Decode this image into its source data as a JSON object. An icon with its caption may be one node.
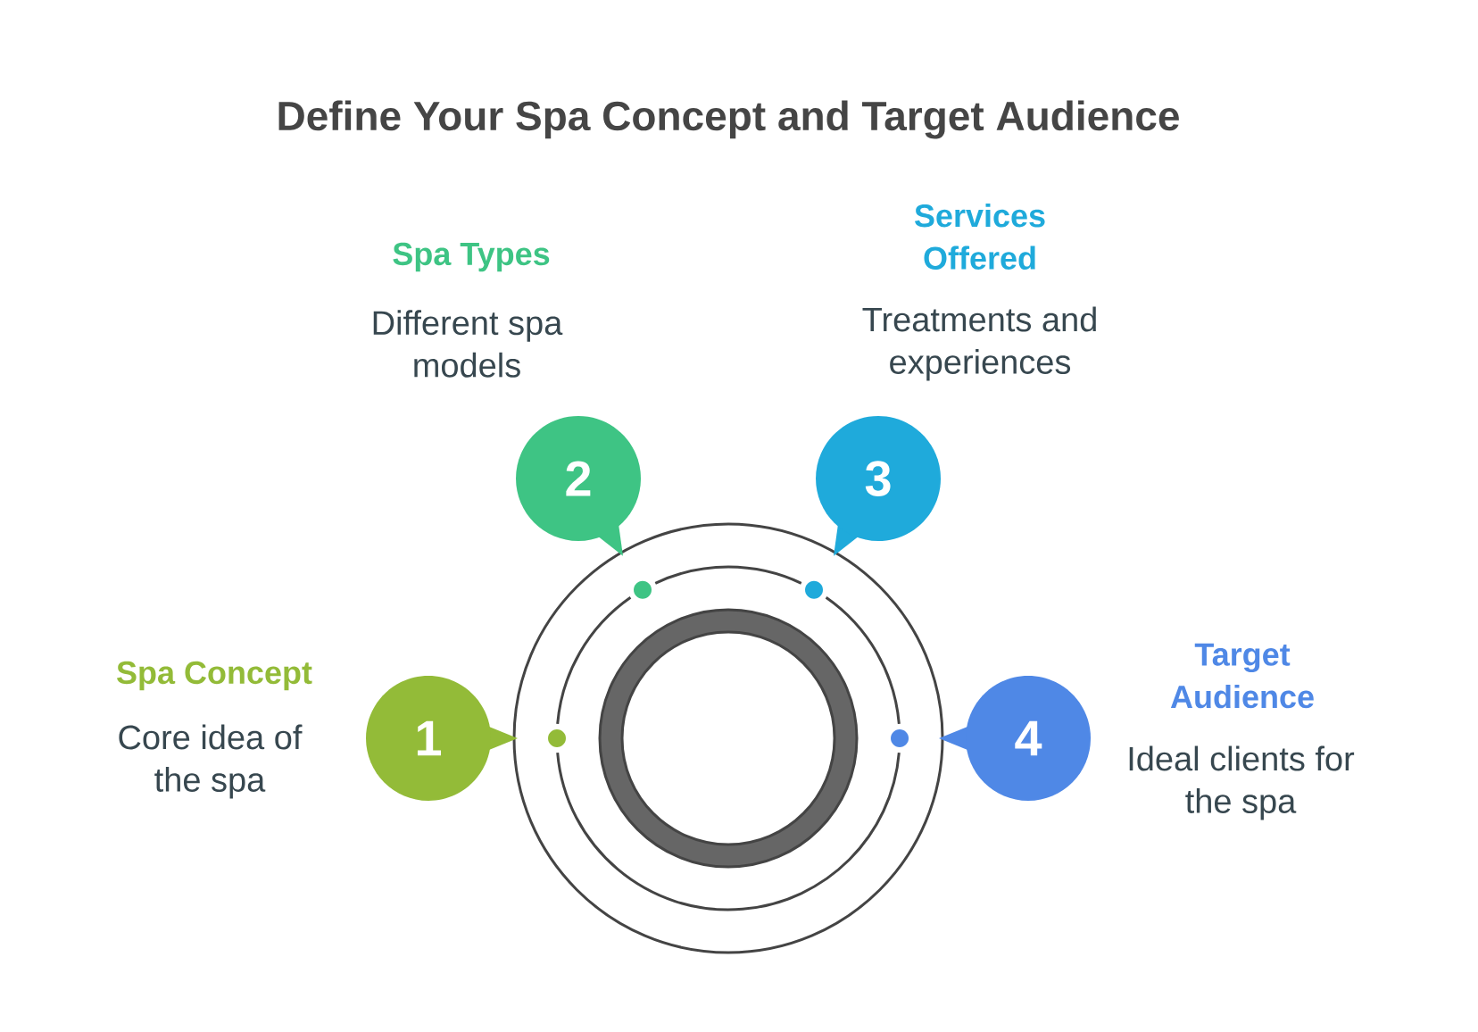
{
  "diagram": {
    "title": "Define Your Spa Concept and Target Audience",
    "nodes": [
      {
        "text": [
          "1"
        ],
        "beside": [
          "Spa Concept",
          "Core idea of the spa"
        ]
      },
      {
        "text": [
          "2"
        ],
        "beside": [
          "Spa Types",
          "Different spa models"
        ]
      },
      {
        "text": [
          "3"
        ],
        "beside": [
          "Services Offered",
          "Treatments and experiences"
        ]
      },
      {
        "text": [
          "4"
        ],
        "beside": [
          "Target Audience",
          "Ideal clients for the spa"
        ]
      }
    ]
  }
}
